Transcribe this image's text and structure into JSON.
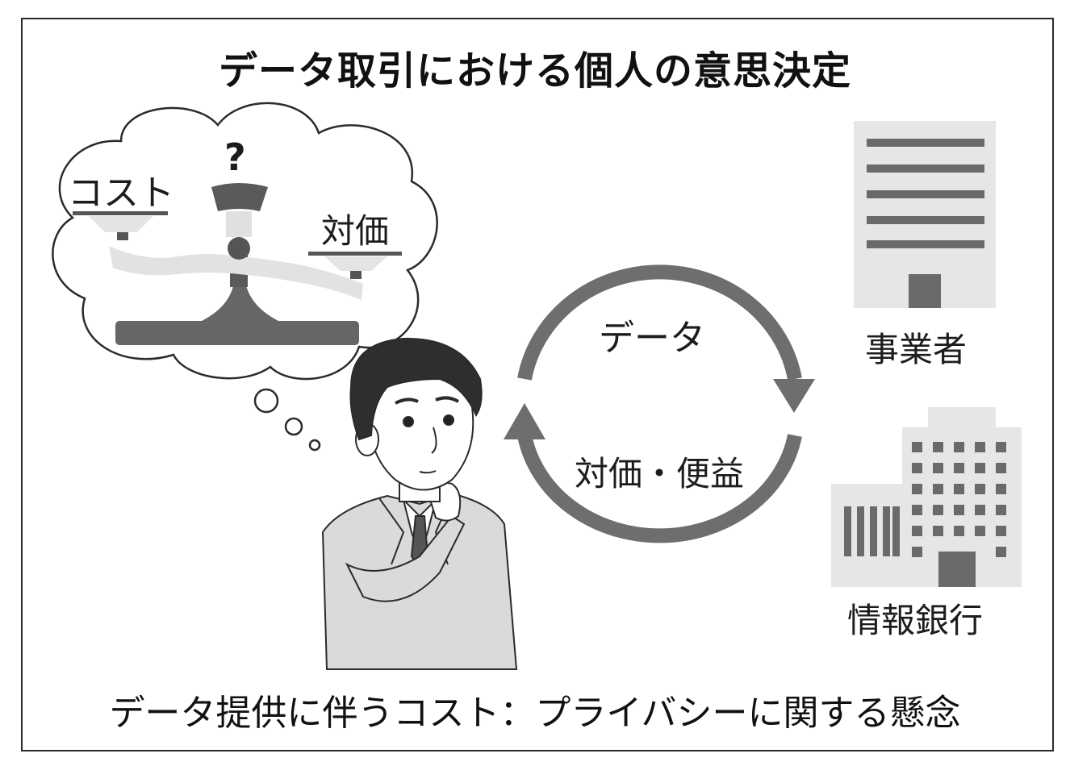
{
  "title": "データ取引における個人の意思決定",
  "scale": {
    "left_label": "コスト",
    "right_label": "対価",
    "question_mark": "?"
  },
  "cycle": {
    "top_label": "データ",
    "bottom_label": "対価・便益"
  },
  "entities": {
    "company": "事業者",
    "info_bank": "情報銀行"
  },
  "caption": "データ提供に伴うコスト：プライバシーに関する懸念",
  "icons": [
    "thought-cloud-icon",
    "balance-scale-icon",
    "thinking-man-icon",
    "office-building-icon",
    "bank-building-icon"
  ],
  "colors": {
    "frame": "#2b2b2b",
    "dark_gray": "#555555",
    "mid_gray": "#777777",
    "light_gray": "#d4d4d4",
    "pale_gray": "#e8e8e8"
  }
}
